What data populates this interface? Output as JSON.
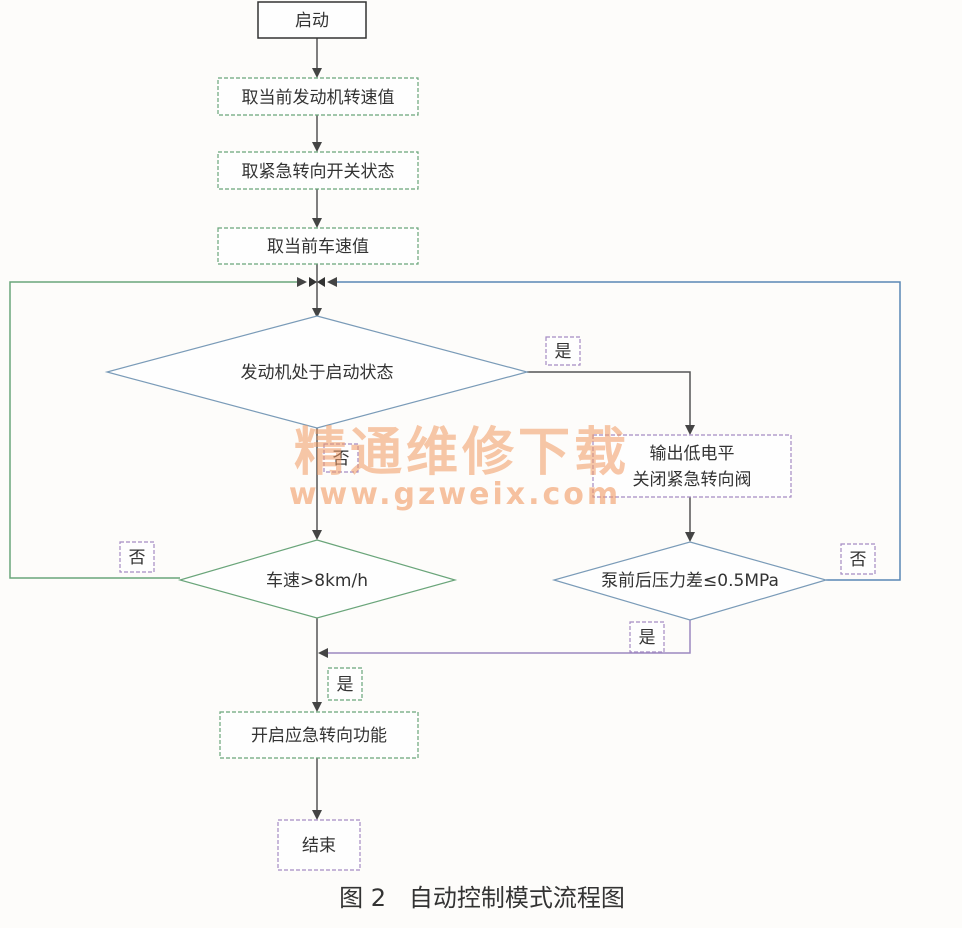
{
  "nodes": {
    "start": "启动",
    "get_engine_speed": "取当前发动机转速值",
    "get_switch_state": "取紧急转向开关状态",
    "get_vehicle_speed": "取当前车速值",
    "engine_starting": "发动机处于启动状态",
    "output_low_line1": "输出低电平",
    "output_low_line2": "关闭紧急转向阀",
    "speed_check": "车速>8km/h",
    "pressure_check": "泵前后压力差≤0.5MPa",
    "enable_function": "开启应急转向功能",
    "end": "结束"
  },
  "edge_labels": {
    "engine_yes": "是",
    "engine_no": "否",
    "speed_no": "否",
    "speed_yes": "是",
    "pressure_no": "否",
    "pressure_yes": "是"
  },
  "watermark": {
    "text": "精通维修下载",
    "url": "www.gzweix.com"
  },
  "caption": "图 2   自动控制模式流程图",
  "colors": {
    "watermark": "#f29a63",
    "loop_blue": "#5a86b5",
    "dash_green": "#6aa57a",
    "dash_purple": "#a58bc3"
  }
}
